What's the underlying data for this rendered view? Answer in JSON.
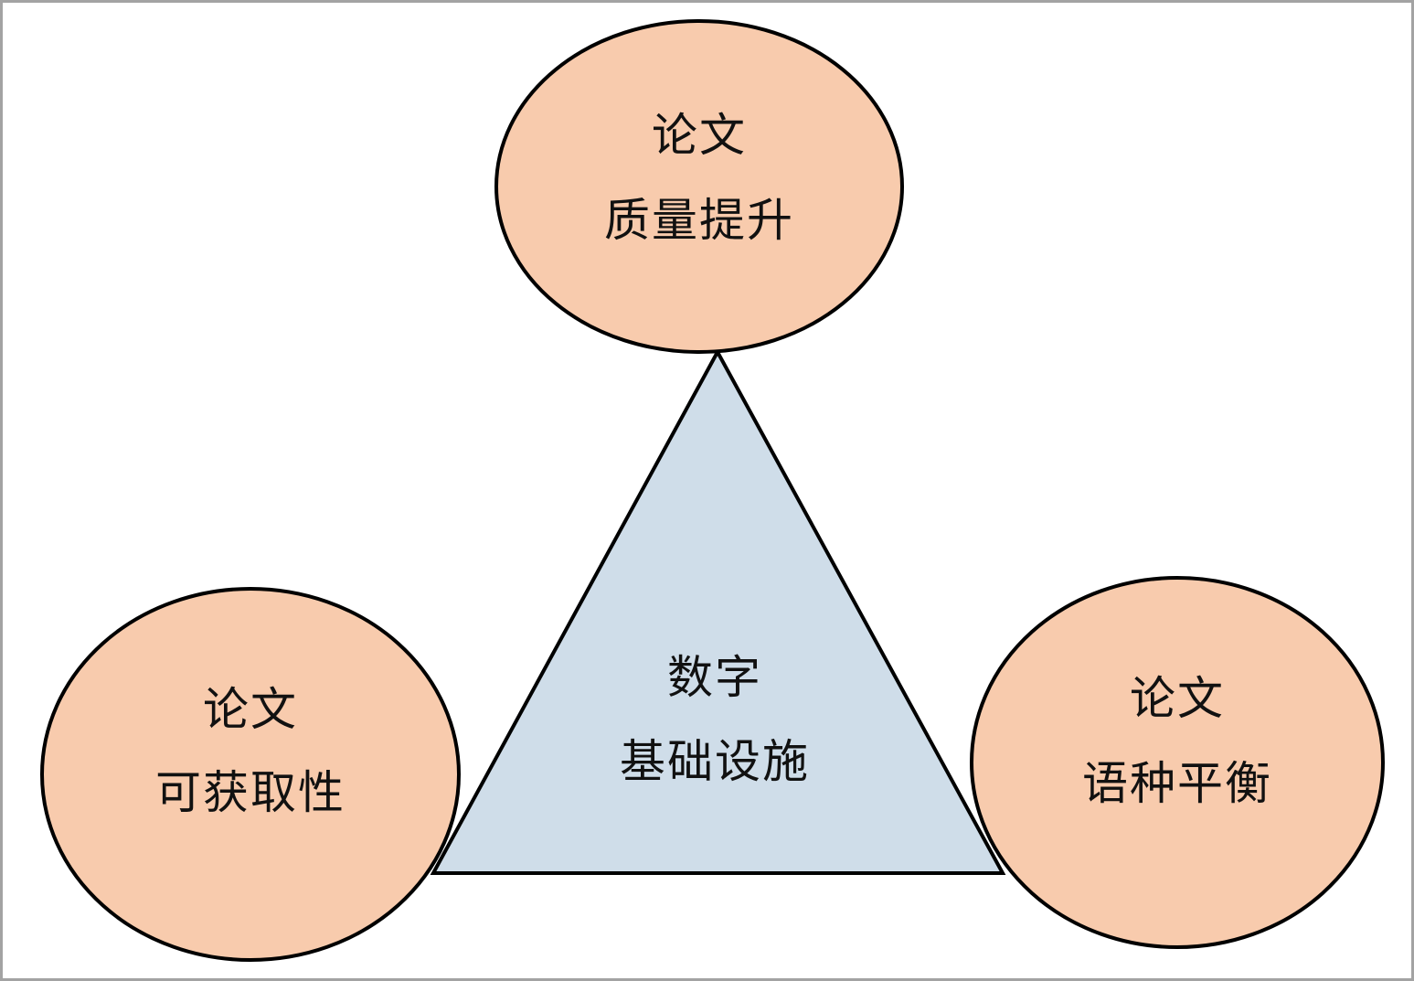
{
  "diagram": {
    "center": {
      "line1": "数字",
      "line2": "基础设施",
      "fill": "#cfdde9"
    },
    "top": {
      "line1": "论文",
      "line2": "质量提升",
      "fill": "#f8cbad"
    },
    "left": {
      "line1": "论文",
      "line2": "可获取性",
      "fill": "#f8cbad"
    },
    "right": {
      "line1": "论文",
      "line2": "语种平衡",
      "fill": "#f8cbad"
    },
    "stroke": "#000000"
  }
}
